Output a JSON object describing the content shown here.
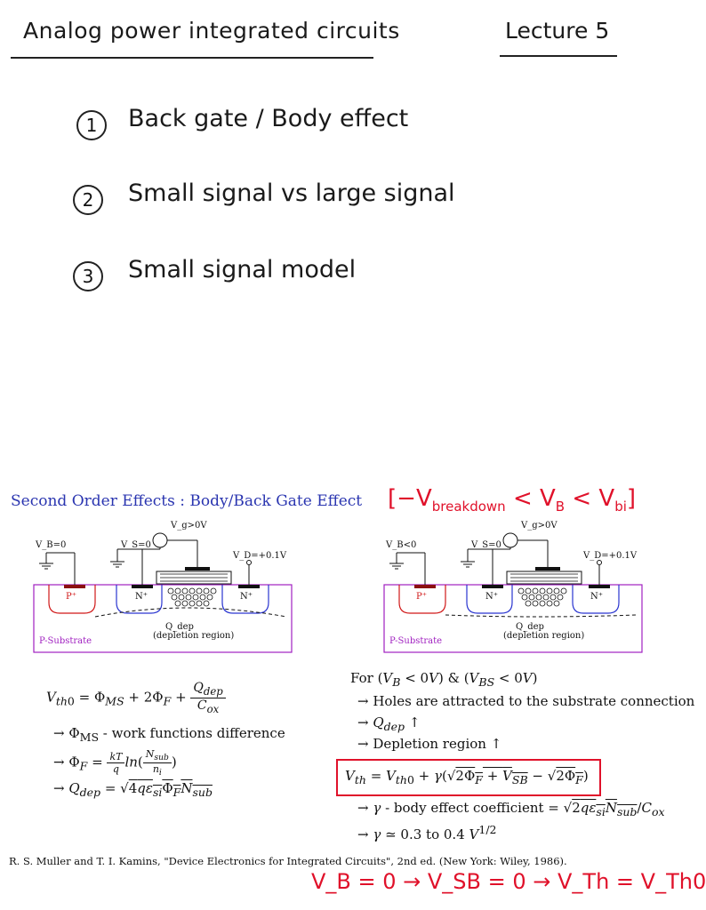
{
  "header": {
    "title": "Analog power integrated circuits",
    "lecture": "Lecture 5"
  },
  "outline": [
    {
      "num": "1",
      "text": "Back gate / Body effect"
    },
    {
      "num": "2",
      "text": "Small signal vs large signal"
    },
    {
      "num": "3",
      "text": "Small signal model"
    }
  ],
  "slide": {
    "title": "Second Order Effects : Body/Back Gate Effect",
    "annotation": {
      "neg_v": "−V",
      "sub": "breakdown",
      "rest": " < V",
      "b": "B",
      "lt": " < V",
      "bi": "bi"
    },
    "diagram_left": {
      "vb": "V_B=0",
      "vs": "V_S=0",
      "vg": "V_g>0V",
      "vd": "V_D=+0.1V",
      "p_plus": "P⁺",
      "n_plus_1": "N⁺",
      "n_plus_2": "N⁺",
      "qdep": "Q_dep",
      "depletion": "(depletion region)",
      "substrate": "P-Substrate"
    },
    "diagram_right": {
      "vb": "V_B<0",
      "vs": "V_S=0",
      "vg": "V_g>0V",
      "vd": "V_D=+0.1V",
      "p_plus": "P⁺",
      "n_plus_1": "N⁺",
      "n_plus_2": "N⁺",
      "qdep": "Q_dep",
      "depletion": "(depletion region)",
      "substrate": "P-Substrate"
    },
    "left_text": {
      "line1_work": "→ Φ",
      "line1_sub": "MS",
      "line1_rest": " - work functions difference"
    },
    "right_text": {
      "for": "For",
      "holes": "→ Holes are attracted to the substrate connection",
      "qdep_up": "↑",
      "depletion_up": "→ Depletion region ↑",
      "gamma_desc": " - body effect coefficient =",
      "gamma_range": "≃ 0.3 to 0.4"
    }
  },
  "citation": "R. S. Muller and T. I. Kamins, \"Device Electronics for Integrated Circuits\", 2nd ed. (New York: Wiley, 1986).",
  "bottom_red": "V_B = 0 → V_SB = 0 → V_Th = V_Th0"
}
